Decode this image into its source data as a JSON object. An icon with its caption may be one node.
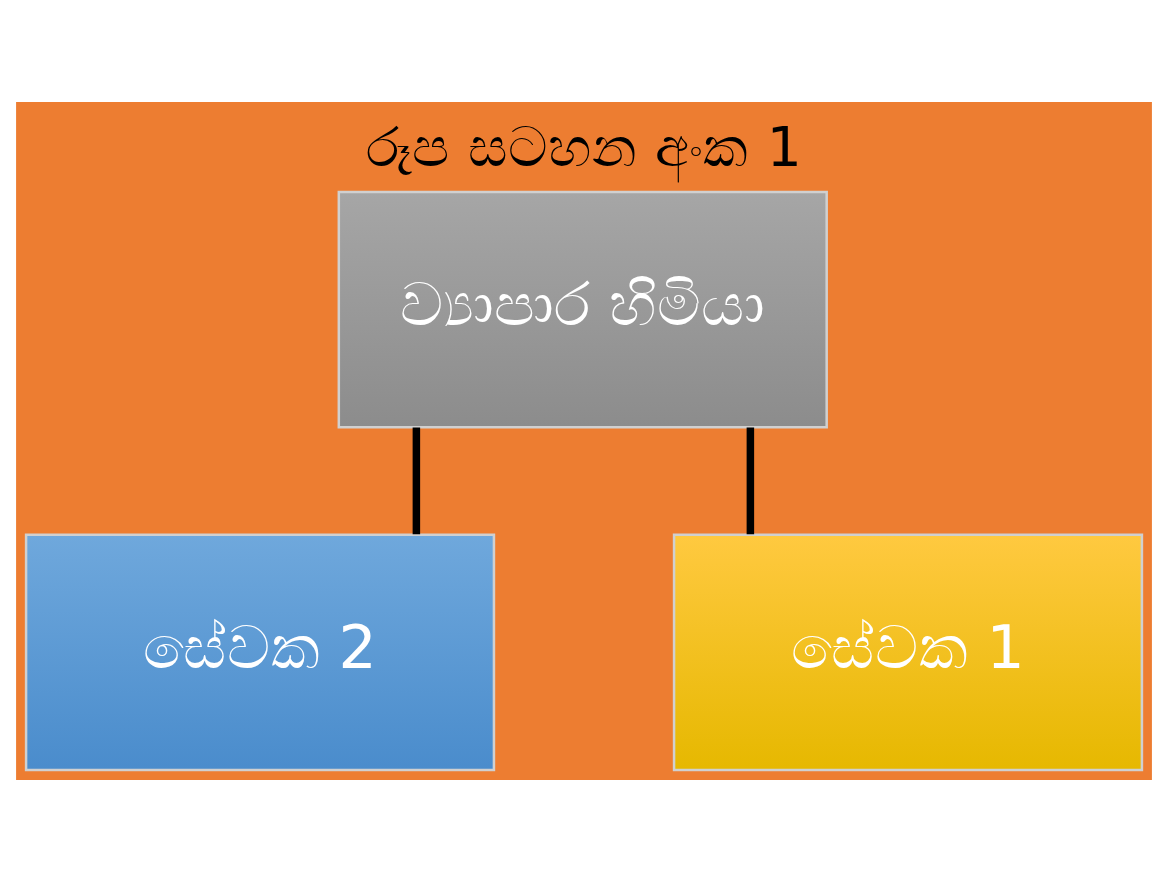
{
  "diagram": {
    "title": "රූප සටහන අංක 1",
    "nodes": [
      {
        "text": [
          "ව්‍යාපාර හිමියා"
        ]
      },
      {
        "text": [
          "සේවක 2"
        ]
      },
      {
        "text": [
          "සේවක 1"
        ]
      }
    ],
    "edges": [
      {
        "from": 0,
        "to": 1,
        "arrow": "none"
      },
      {
        "from": 0,
        "to": 2,
        "arrow": "none"
      }
    ]
  }
}
